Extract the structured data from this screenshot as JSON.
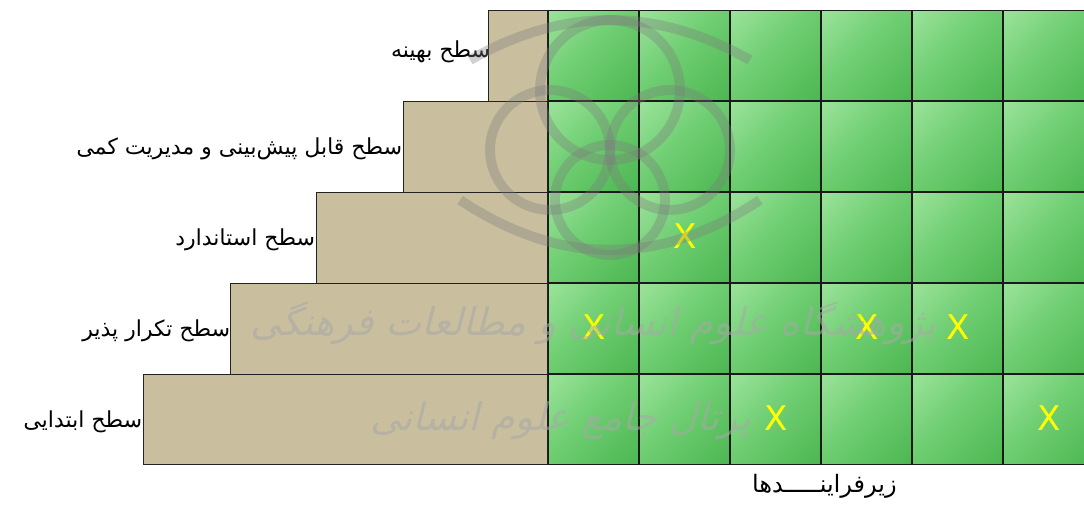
{
  "levels": [
    {
      "label": "سطح بهینه"
    },
    {
      "label": "سطح قابل پیش‌بینی و مدیریت کمی"
    },
    {
      "label": "سطح استاندارد"
    },
    {
      "label": "سطح تکرار پذیر"
    },
    {
      "label": "سطح ابتدایی"
    }
  ],
  "grid": {
    "columns": 6,
    "mark": "X",
    "marks": [
      [
        false,
        false,
        false,
        false,
        false,
        false
      ],
      [
        false,
        false,
        false,
        false,
        false,
        false
      ],
      [
        false,
        true,
        false,
        false,
        false,
        false
      ],
      [
        true,
        false,
        false,
        true,
        true,
        false
      ],
      [
        false,
        false,
        true,
        false,
        false,
        true
      ]
    ]
  },
  "axis": {
    "x_label": "زیرفراینـــــدها"
  },
  "watermark": {
    "line1": "پژوهشگاه علوم انسانی و مطالعات فرهنگی",
    "line2": "پرتال جامع علوم انسانی"
  },
  "colors": {
    "grid_green": "#6fce72",
    "stair_tan": "#c9bf9e",
    "mark_yellow": "#ffff00"
  }
}
